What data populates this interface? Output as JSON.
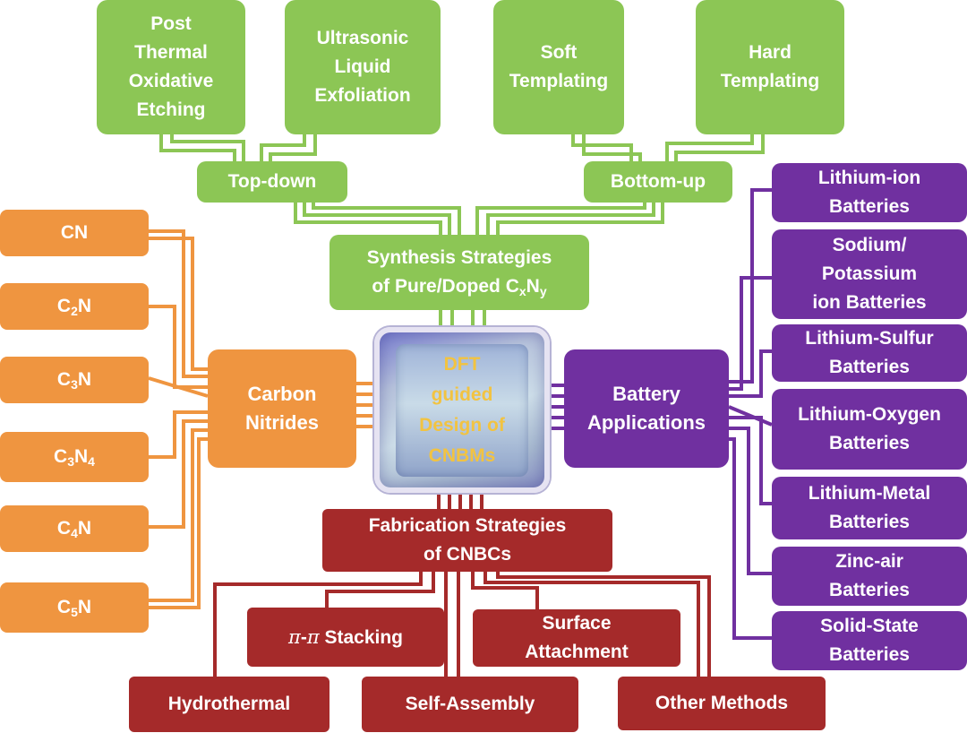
{
  "center": {
    "lines": [
      "DFT",
      "guided",
      "Design of",
      "CNBMs"
    ]
  },
  "synthesis": {
    "main": {
      "line1": "Synthesis Strategies",
      "line2_prefix": "of Pure/Doped C",
      "sub_x": "x",
      "mid": "N",
      "sub_y": "y"
    },
    "top_down": "Top-down",
    "bottom_up": "Bottom-up",
    "methods": {
      "post_thermal": [
        "Post",
        "Thermal",
        "Oxidative",
        "Etching"
      ],
      "ultrasonic": [
        "Ultrasonic",
        "Liquid",
        "Exfoliation"
      ],
      "soft": [
        "Soft",
        "Templating"
      ],
      "hard": [
        "Hard",
        "Templating"
      ]
    }
  },
  "carbon_nitrides": {
    "title": [
      "Carbon",
      "Nitrides"
    ],
    "items": [
      {
        "main": "CN",
        "sub": "",
        "tail": "",
        "tailsub": ""
      },
      {
        "main": "C",
        "sub": "2",
        "tail": "N",
        "tailsub": ""
      },
      {
        "main": "C",
        "sub": "3",
        "tail": "N",
        "tailsub": ""
      },
      {
        "main": "C",
        "sub": "3",
        "tail": "N",
        "tailsub": "4"
      },
      {
        "main": "C",
        "sub": "4",
        "tail": "N",
        "tailsub": ""
      },
      {
        "main": "C",
        "sub": "5",
        "tail": "N",
        "tailsub": ""
      }
    ]
  },
  "battery": {
    "title": [
      "Battery",
      "Applications"
    ],
    "items": [
      [
        "Lithium-ion",
        "Batteries"
      ],
      [
        "Sodium/",
        "Potassium",
        "ion Batteries"
      ],
      [
        "Lithium-Sulfur",
        "Batteries"
      ],
      [
        "Lithium-Oxygen",
        "Batteries"
      ],
      [
        "Lithium-Metal",
        "Batteries"
      ],
      [
        "Zinc-air",
        "Batteries"
      ],
      [
        "Solid-State",
        "Batteries"
      ]
    ]
  },
  "fabrication": {
    "title": [
      "Fabrication Strategies",
      "of CNBCs"
    ],
    "pi_stacking": {
      "symbol1": "π",
      "dash": "-",
      "symbol2": "π",
      "rest": " Stacking"
    },
    "surface": [
      "Surface",
      "Attachment"
    ],
    "hydrothermal": "Hydrothermal",
    "self_assembly": "Self-Assembly",
    "other": "Other Methods"
  },
  "colors": {
    "green": "#8cc655",
    "orange": "#ef9540",
    "purple": "#7030a0",
    "red": "#a52a2a",
    "chip_text": "#f2c341"
  }
}
